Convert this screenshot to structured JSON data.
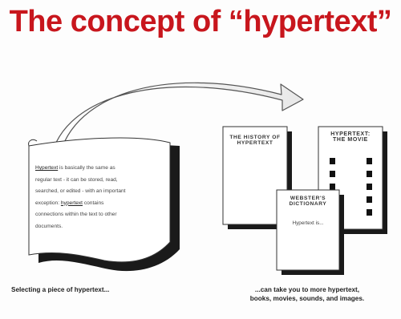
{
  "title": "The concept of “hypertext”",
  "left_document": {
    "lines": [
      {
        "pre": "",
        "link": "Hypertext",
        "post": " is basically the same as"
      },
      {
        "pre": "regular text - it can be stored, read,",
        "link": "",
        "post": ""
      },
      {
        "pre": "searched, or edited - with an important",
        "link": "",
        "post": ""
      },
      {
        "pre": "exception: ",
        "link": "hypertext",
        "post": " contains"
      },
      {
        "pre": "connections within the text to other",
        "link": "",
        "post": ""
      },
      {
        "pre": "documents.",
        "link": "",
        "post": ""
      }
    ]
  },
  "right_documents": {
    "history_title_line1": "THE HISTORY OF",
    "history_title_line2": "HYPERTEXT",
    "movie_title_line1": "HYPERTEXT:",
    "movie_title_line2": "THE MOVIE",
    "dictionary_title_line1": "WEBSTER'S",
    "dictionary_title_line2": "DICTIONARY",
    "dictionary_body": "Hypertext is..."
  },
  "captions": {
    "left": "Selecting a piece of hypertext...",
    "right_line1": "...can take you to more hypertext,",
    "right_line2": "books, movies, sounds, and images."
  },
  "colors": {
    "title": "#c8161d",
    "shadow": "#1a1a1a",
    "paper": "#ffffff"
  }
}
